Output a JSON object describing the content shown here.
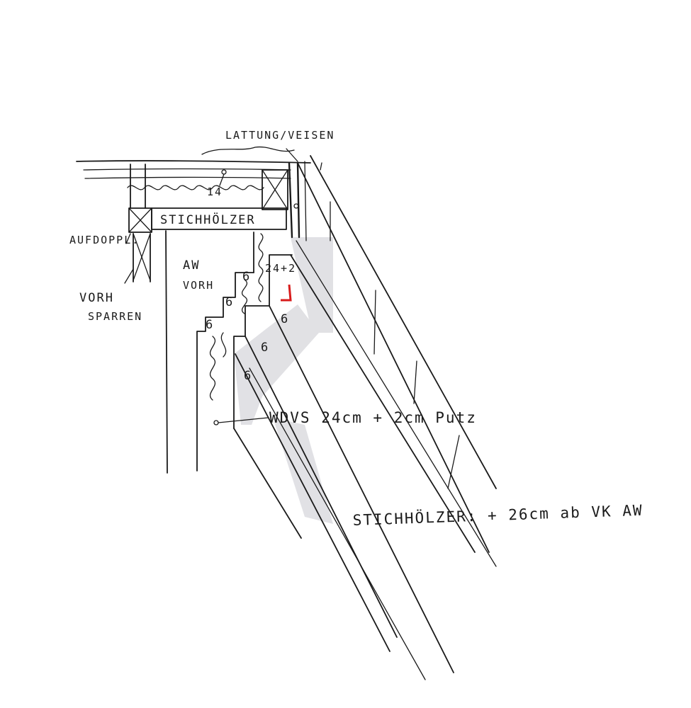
{
  "labels": {
    "lattung": "LATTUNG/VEISEN",
    "stichhoelzer_beam": "STICHHÖLZER",
    "dim_14": "14",
    "dim_24_2": "24+2",
    "aufdoppl": "AUFDOPPL.",
    "vorh_sparren_1": "VORH",
    "vorh_sparren_2": "SPARREN",
    "aw_1": "AW",
    "aw_2": "VORH",
    "step_6_a": "6",
    "step_6_b": "6",
    "step_6_c": "6",
    "step_6_d": "6",
    "step_6_e": "6",
    "step_6_f": "6",
    "wdvs_note": "WDVS  24cm + 2cm Putz",
    "stichhoelzer_note": "STICHHÖLZER: + 26cm ab VK AW"
  },
  "colors": {
    "ink": "#1a1a1a",
    "pencil": "#bdbdc4",
    "red_mark": "#d81c1c"
  }
}
